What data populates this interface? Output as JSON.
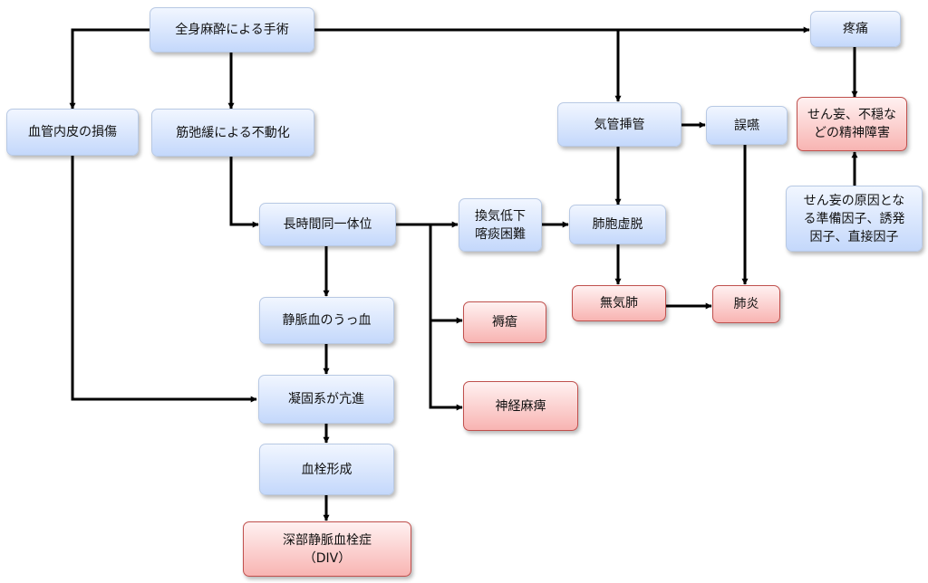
{
  "nodes": {
    "general_anesthesia_surgery": "全身麻酔による手術",
    "pain": "疼痛",
    "vascular_endothelium_damage": "血管内皮の損傷",
    "immobility_muscle_relaxation": "筋弛緩による不動化",
    "tracheal_intubation": "気管挿管",
    "aspiration": "誤嚥",
    "delirium_mental_disorder": "せん妄、不穏な\nどの精神障害",
    "delirium_causes": "せん妄の原因とな\nる準備因子、誘発\n因子、直接因子",
    "prolonged_same_position": "長時間同一体位",
    "hypoventilation_sputum": "換気低下\n喀痰困難",
    "alveolar_collapse": "肺胞虚脱",
    "atelectasis": "無気肺",
    "pneumonia": "肺炎",
    "venous_congestion": "静脈血のうっ血",
    "pressure_ulcer": "褥瘡",
    "nerve_palsy": "神経麻痺",
    "coagulation_hyperactivity": "凝固系が亢進",
    "thrombus_formation": "血栓形成",
    "deep_vein_thrombosis": "深部静脈血栓症\n（DIV）"
  },
  "colors": {
    "arrow": "#000000",
    "effect_fill_blue": "#c4d8fb",
    "outcome_fill_red": "#f8b4b2",
    "outcome_border": "#c0504d"
  }
}
